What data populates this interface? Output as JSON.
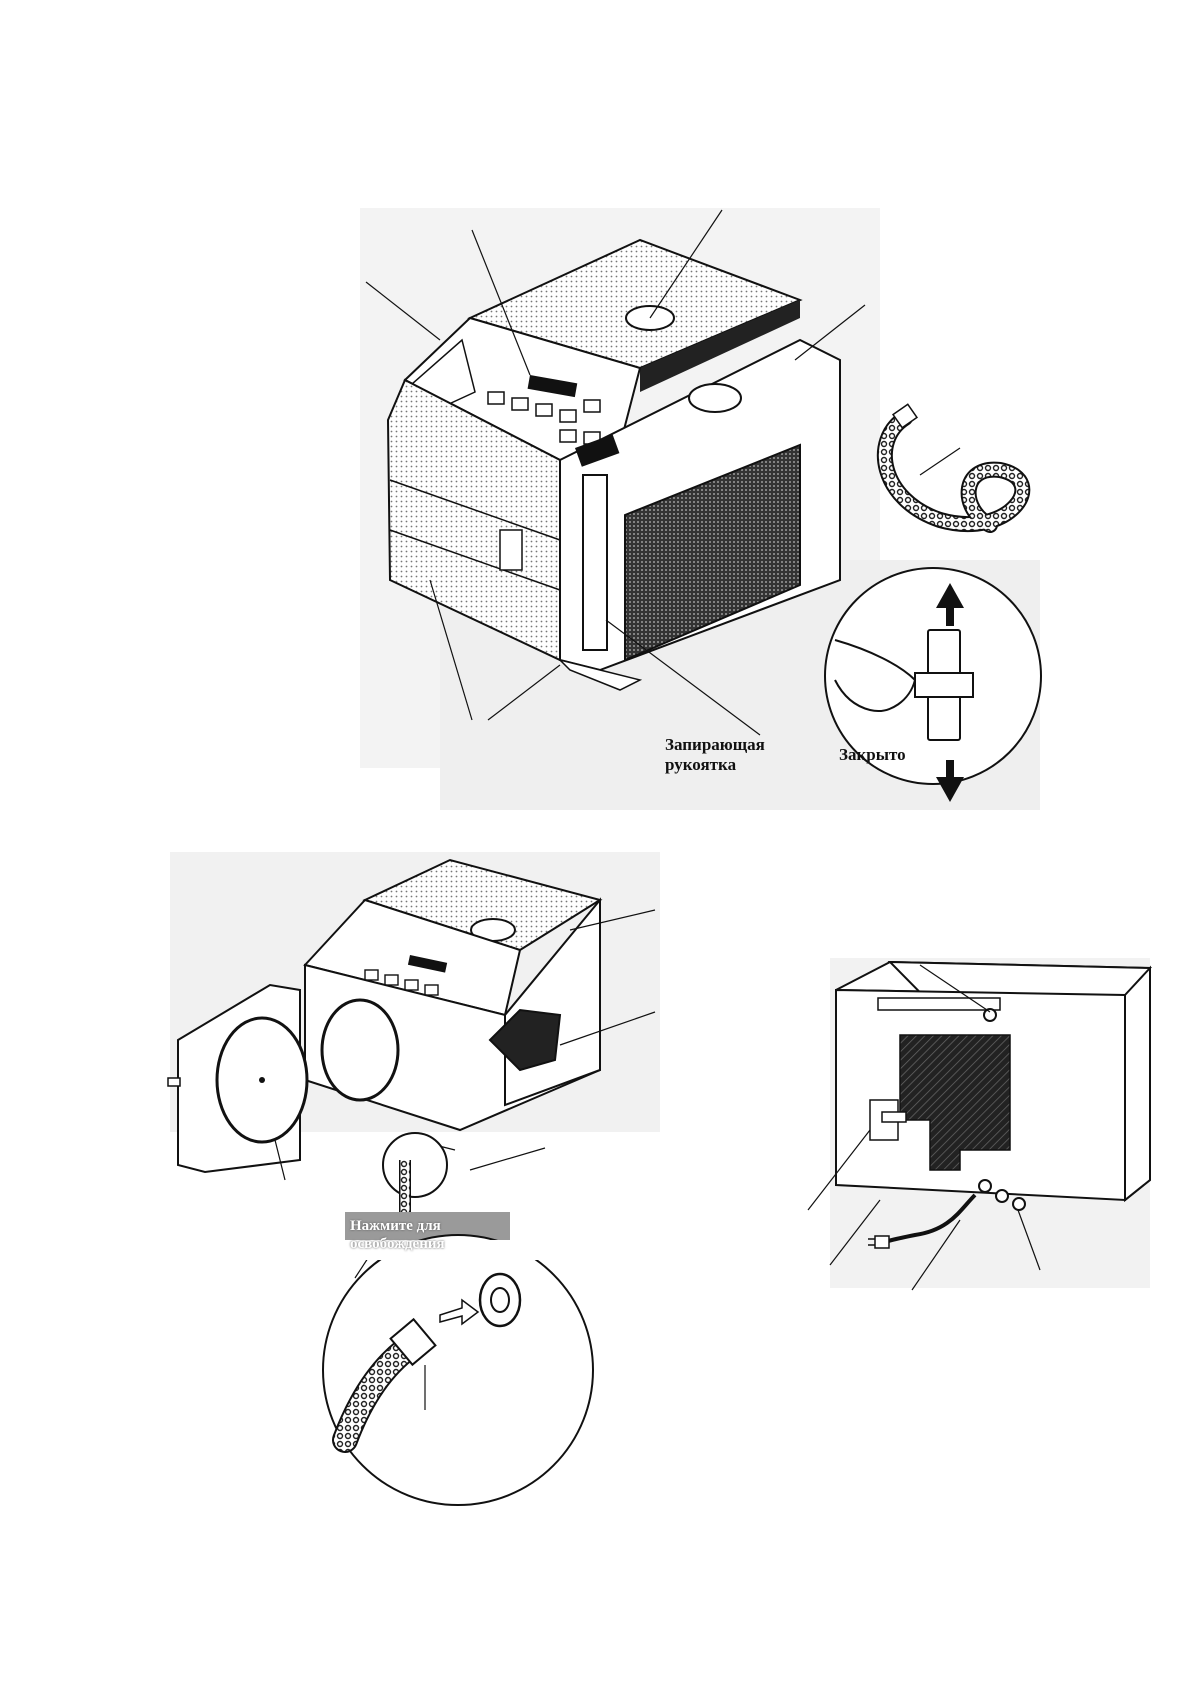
{
  "labels": {
    "locking_handle": "Запирающая рукоятка",
    "closed": "Закрыто",
    "press_to_release": "Нажмите для освобождения"
  },
  "colors": {
    "ink": "#111111",
    "scan_gray": "#e9e9e9",
    "stipple": "#9a9a9a"
  },
  "icons": [
    "arrow-up-icon",
    "arrow-down-icon",
    "arrow-right-icon"
  ]
}
